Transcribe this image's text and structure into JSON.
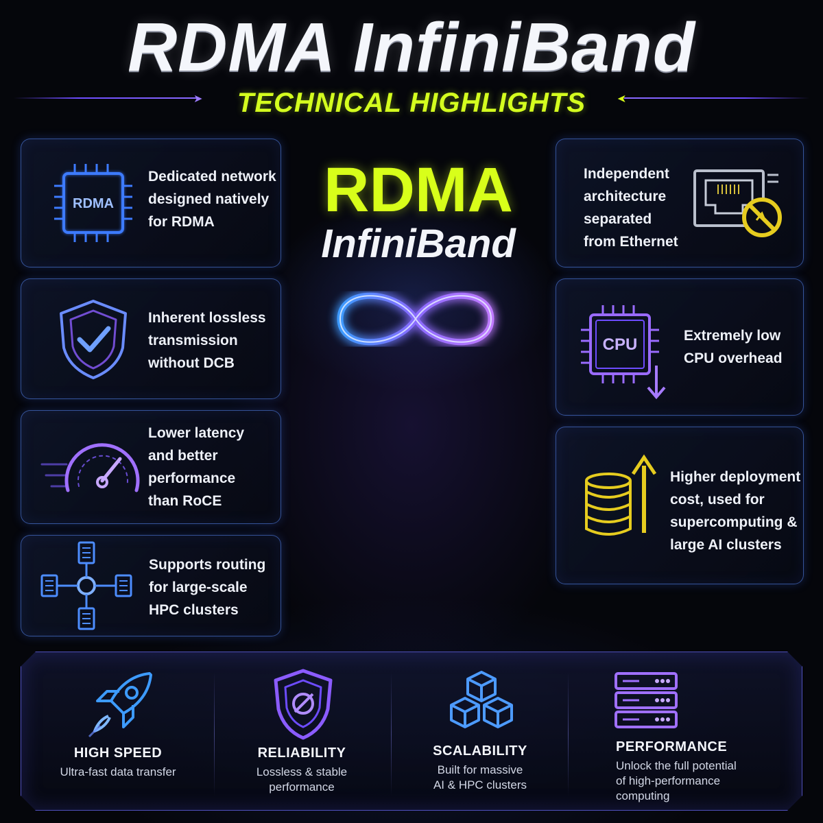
{
  "header": {
    "title": "RDMA InfiniBand",
    "subtitle": "TECHNICAL HIGHLIGHTS"
  },
  "center": {
    "rdma": "RDMA",
    "infiniband": "InfiniBand"
  },
  "left_cards": [
    {
      "icon": "rdma-chip-icon",
      "chip_label": "RDMA",
      "text": "Dedicated network\ndesigned natively\nfor RDMA"
    },
    {
      "icon": "shield-check-icon",
      "text": "Inherent lossless\ntransmission\nwithout DCB"
    },
    {
      "icon": "speedometer-icon",
      "text": "Lower latency\nand better\nperformance\nthan RoCE"
    },
    {
      "icon": "network-routing-icon",
      "text": "Supports routing\nfor large-scale\nHPC clusters"
    }
  ],
  "right_cards": [
    {
      "icon": "ethernet-port-blocked-icon",
      "text": "Independent\narchitecture\nseparated\nfrom Ethernet"
    },
    {
      "icon": "cpu-down-icon",
      "chip_label": "CPU",
      "text": "Extremely low\nCPU overhead"
    },
    {
      "icon": "coins-up-icon",
      "text": "Higher deployment\ncost, used for\nsupercomputing &\nlarge AI clusters"
    }
  ],
  "features": [
    {
      "icon": "rocket-icon",
      "title": "HIGH SPEED",
      "desc": "Ultra-fast data transfer"
    },
    {
      "icon": "shield-icon",
      "title": "RELIABILITY",
      "desc": "Lossless & stable\nperformance"
    },
    {
      "icon": "cubes-icon",
      "title": "SCALABILITY",
      "desc": "Built for massive\nAI & HPC clusters"
    },
    {
      "icon": "server-rack-icon",
      "title": "PERFORMANCE",
      "desc": "Unlock the full potential\nof high-performance\ncomputing"
    }
  ],
  "colors": {
    "accent_yellow": "#d8ff1a",
    "accent_blue": "#3d7bff",
    "accent_purple": "#8b5cff",
    "background": "#05060b"
  }
}
